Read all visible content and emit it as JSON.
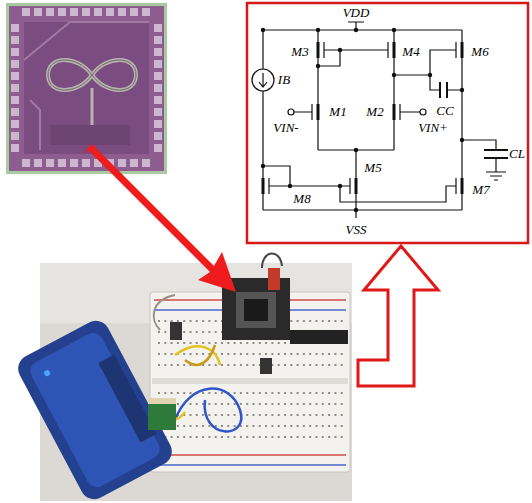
{
  "diagram": {
    "labels": [
      "VDD",
      "M3",
      "M4",
      "M6",
      "IB",
      "M1",
      "M2",
      "VIN-",
      "VIN+",
      "CC",
      "CL",
      "M8",
      "M5",
      "M7",
      "VSS"
    ]
  }
}
